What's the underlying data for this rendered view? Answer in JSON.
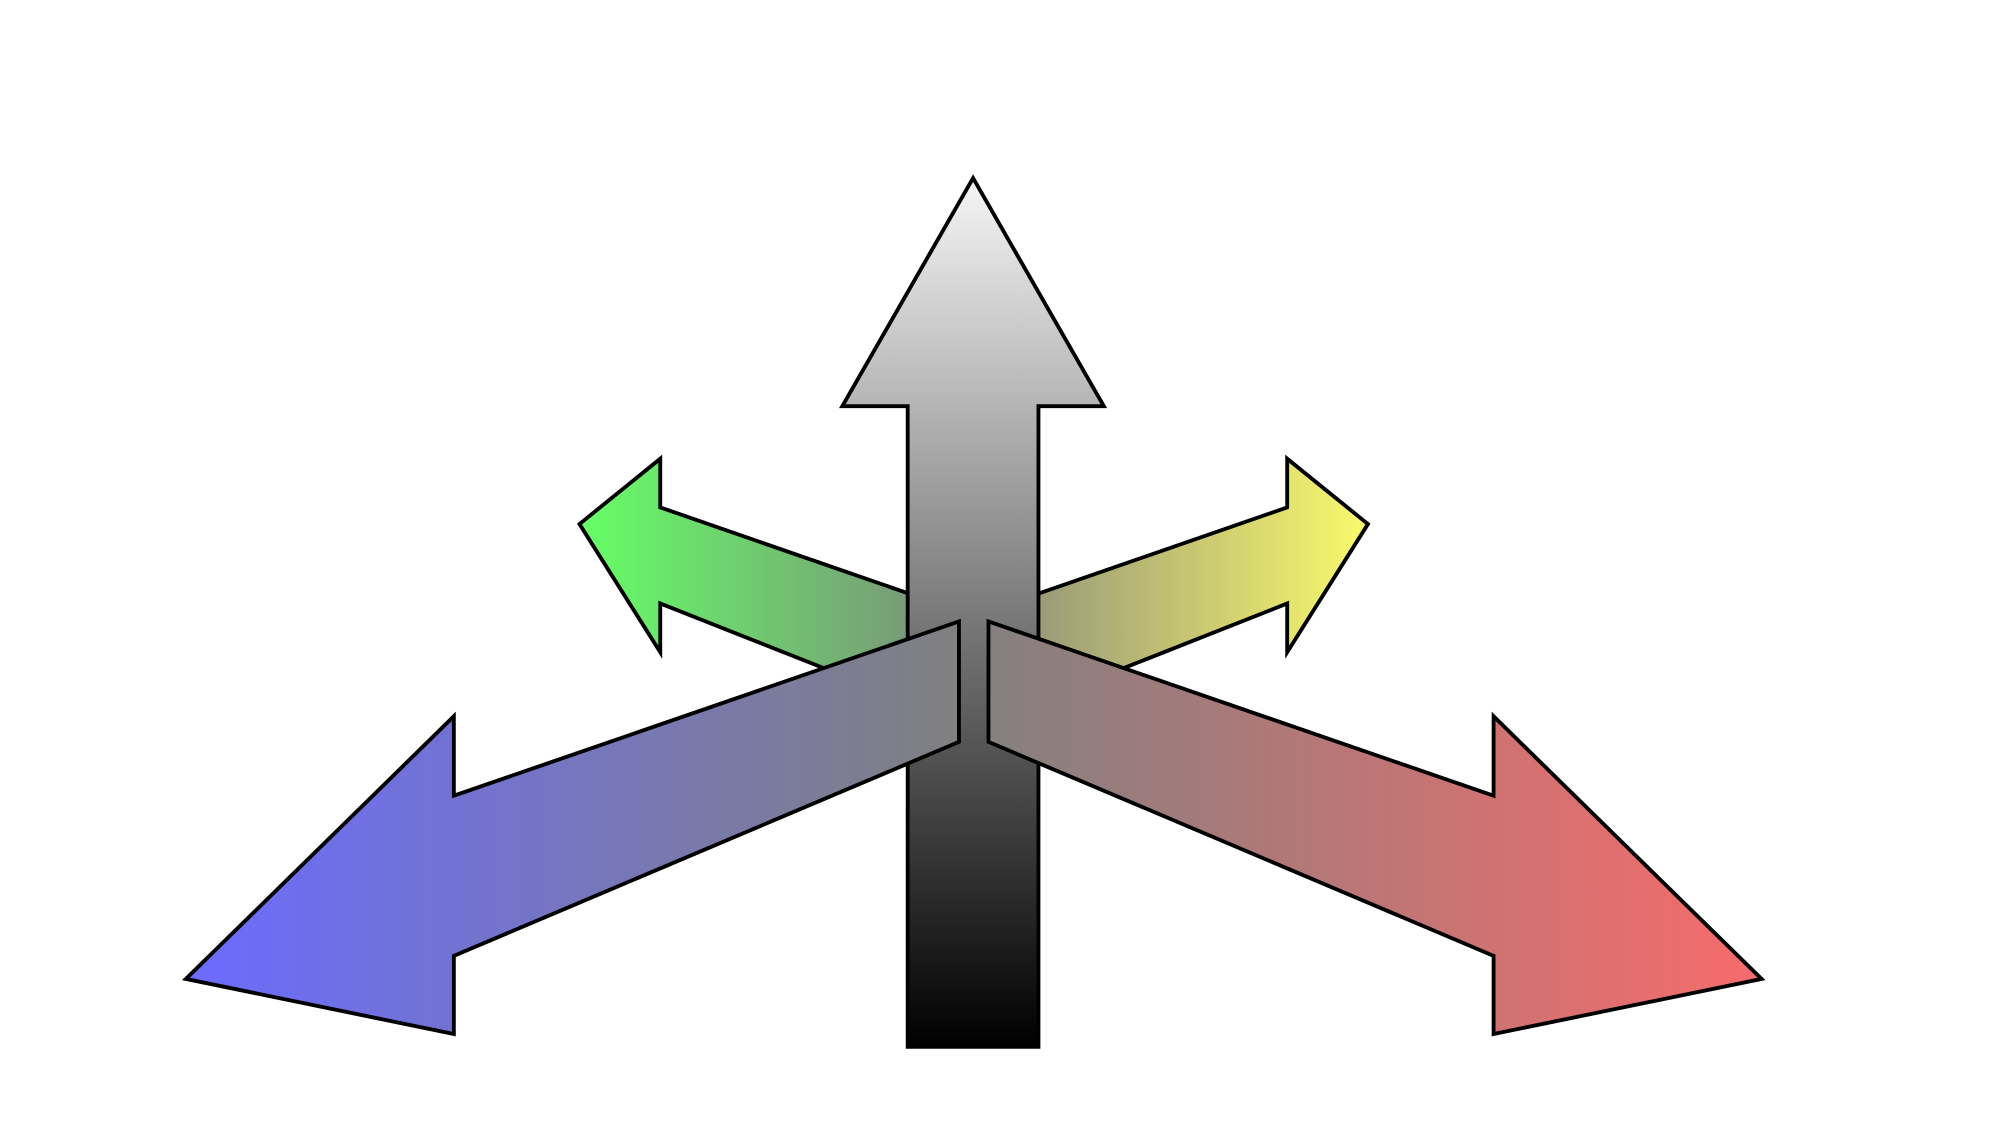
{
  "diagram": {
    "arrows": [
      {
        "name": "up",
        "gradient": [
          "#f5f5f5",
          "#000000"
        ]
      },
      {
        "name": "upper-left",
        "gradient": [
          "#66ff66",
          "#7a8f7a"
        ]
      },
      {
        "name": "upper-right",
        "gradient": [
          "#8f8f7a",
          "#fafa6b"
        ]
      },
      {
        "name": "lower-left",
        "gradient": [
          "#6b6bff",
          "#808080"
        ]
      },
      {
        "name": "lower-right",
        "gradient": [
          "#858080",
          "#f76b6b"
        ]
      }
    ]
  }
}
